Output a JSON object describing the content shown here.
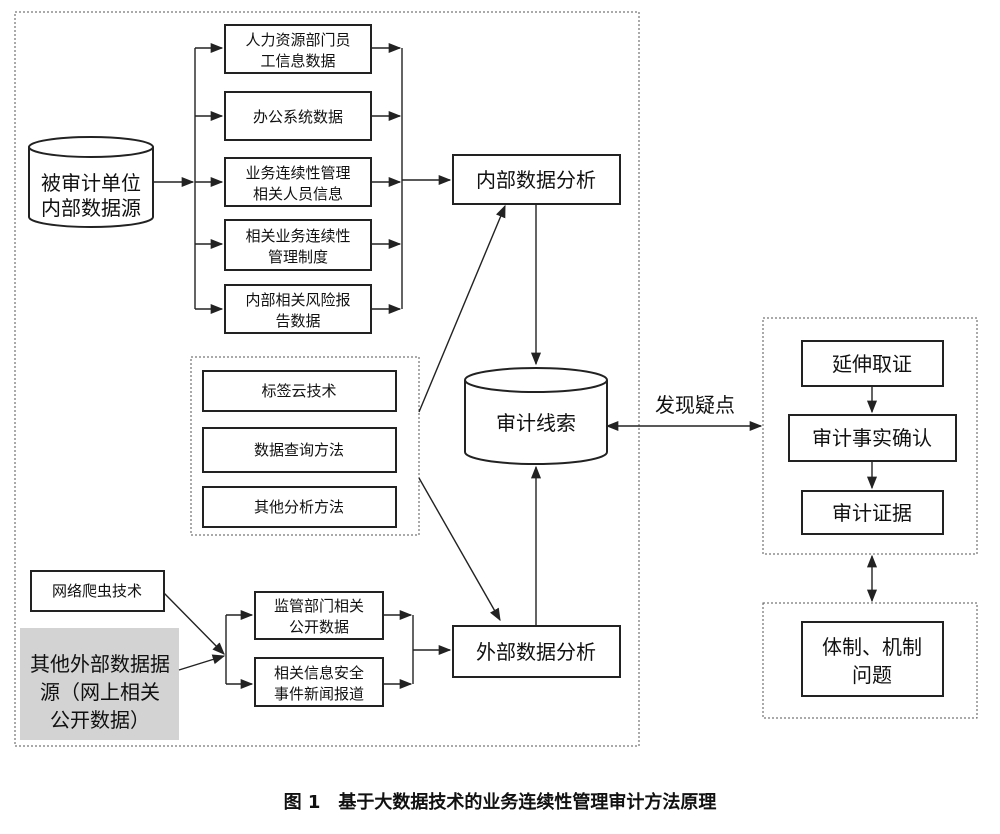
{
  "diagram": {
    "internal_source": {
      "line1": "被审计单位",
      "line2": "内部数据源"
    },
    "internal_items": [
      {
        "line1": "人力资源部门员",
        "line2": "工信息数据"
      },
      {
        "line1": "办公系统数据",
        "line2": ""
      },
      {
        "line1": "业务连续性管理",
        "line2": "相关人员信息"
      },
      {
        "line1": "相关业务连续性",
        "line2": "管理制度"
      },
      {
        "line1": "内部相关风险报",
        "line2": "告数据"
      }
    ],
    "internal_analysis": "内部数据分析",
    "methods": [
      "标签云技术",
      "数据查询方法",
      "其他分析方法"
    ],
    "audit_clues": "审计线索",
    "web_crawler": "网络爬虫技术",
    "external_source": {
      "line1": "其他外部数据据",
      "line2": "源（网上相关",
      "line3": "公开数据）"
    },
    "external_items": [
      {
        "line1": "监管部门相关",
        "line2": "公开数据"
      },
      {
        "line1": "相关信息安全",
        "line2": "事件新闻报道"
      }
    ],
    "external_analysis": "外部数据分析",
    "find_doubts": "发现疑点",
    "audit_steps": [
      "延伸取证",
      "审计事实确认",
      "审计证据"
    ],
    "system_issue": {
      "line1": "体制、机制",
      "line2": "问题"
    }
  },
  "caption": "图 1　基于大数据技术的业务连续性管理审计方法原理"
}
